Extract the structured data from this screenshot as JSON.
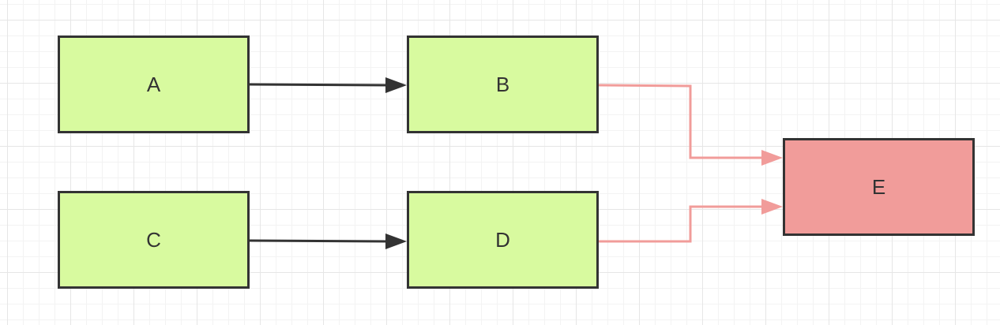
{
  "colors": {
    "source_fill": "#d8fa9f",
    "target_fill": "#f19c9a",
    "border": "#333333",
    "text": "#333333",
    "edge_dark": "#333333",
    "edge_red": "#f19c9a"
  },
  "nodes": {
    "a": {
      "label": "A"
    },
    "b": {
      "label": "B"
    },
    "c": {
      "label": "C"
    },
    "d": {
      "label": "D"
    },
    "e": {
      "label": "E"
    }
  },
  "edges": [
    {
      "from": "A",
      "to": "B",
      "color": "#333333"
    },
    {
      "from": "C",
      "to": "D",
      "color": "#333333"
    },
    {
      "from": "B",
      "to": "E",
      "color": "#f19c9a"
    },
    {
      "from": "D",
      "to": "E",
      "color": "#f19c9a"
    }
  ]
}
